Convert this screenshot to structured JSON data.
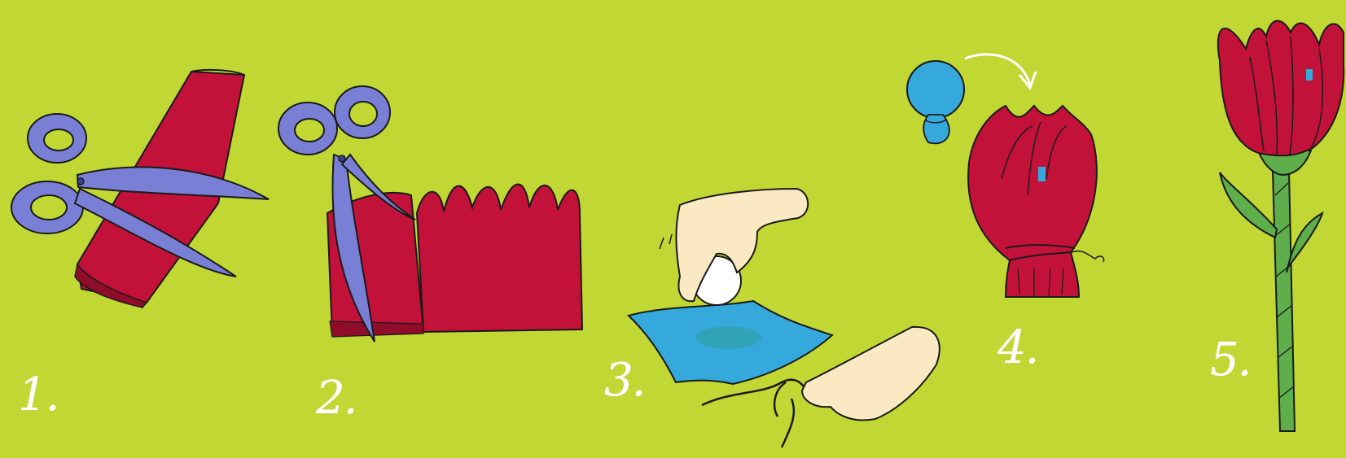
{
  "colors": {
    "background": "#c0d734",
    "paper_red": "#c2123a",
    "scissors_blue": "#7a7fd6",
    "cloth_blue": "#36a9dc",
    "skin": "#fbe9c4",
    "leaf_green": "#5fae4c",
    "outline": "#1a1a1a",
    "numbers": "#ffffff"
  },
  "steps": [
    {
      "label": "1.",
      "icon": "cut-paper-strip-icon"
    },
    {
      "label": "2.",
      "icon": "cut-petal-scallops-icon"
    },
    {
      "label": "3.",
      "icon": "wrap-cotton-ball-icon"
    },
    {
      "label": "4.",
      "icon": "insert-bud-icon"
    },
    {
      "label": "5.",
      "icon": "finished-flower-icon"
    }
  ]
}
